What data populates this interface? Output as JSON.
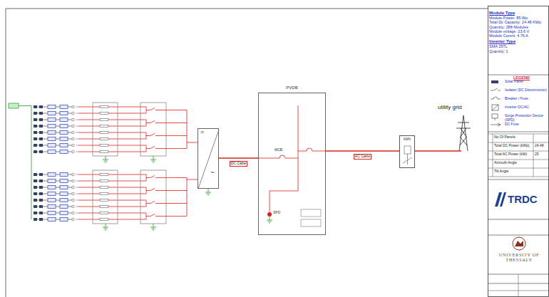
{
  "diagram": {
    "nodes": [
      {
        "text": [
          "=",
          "~"
        ]
      },
      {
        "text": [
          "PVDB"
        ]
      },
      {
        "text": [
          "kWh"
        ]
      },
      {
        "text": [
          "utility grid"
        ]
      },
      {
        "text": [
          "Module Type",
          "Module Power: 85 Wp",
          "Total Dc Capacity: 24.48 KWp",
          "Quantity: 288 Modules",
          "Module voltage: 23.6 V",
          "Module Curent: 4.76 A",
          "Inverter Type",
          "SMA 25TL",
          "Quantity: 1"
        ]
      },
      {
        "text": [
          "TRDC"
        ]
      },
      {
        "text": [
          "UNIVERSITY OF THESSALY"
        ]
      }
    ],
    "edges": [
      {
        "from": 0,
        "to": 1,
        "arrow": "none",
        "label": "DC Cable"
      },
      {
        "from": 1,
        "to": 2,
        "arrow": "none",
        "label": "AC Cable"
      },
      {
        "from": 2,
        "to": 3,
        "arrow": "none"
      }
    ],
    "labels": [
      "LEGEND",
      "No Of Panels",
      "Total DC Power (kWp)",
      "Total AC Power (kW)",
      "Azimuth Angle",
      "Tilt Angle",
      "24.48",
      "25",
      "MCB",
      "SPD"
    ],
    "legend": [
      {
        "text": "Solar Panel"
      },
      {
        "text": "Isolator (DC Disconnector)"
      },
      {
        "text": "Breaker / Fuse"
      },
      {
        "text": "Inverter DC/AC"
      },
      {
        "text": "Surge Protection Device (SPD)"
      },
      {
        "text": "DC Fuse"
      }
    ]
  }
}
